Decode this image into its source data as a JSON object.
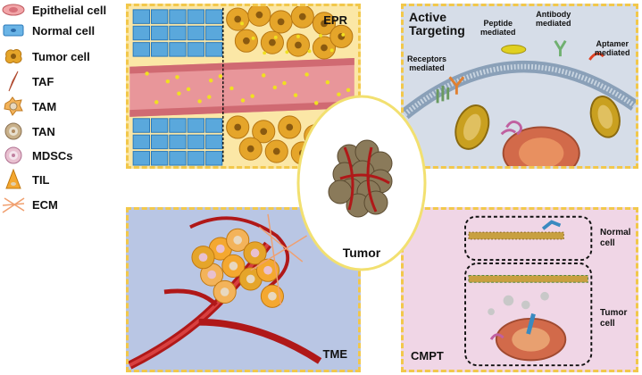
{
  "legend": {
    "items": [
      {
        "label": "Epithelial cell",
        "icon": "epithelial-cell-icon"
      },
      {
        "label": "Normal cell",
        "icon": "normal-cell-icon"
      },
      {
        "label": "Tumor cell",
        "icon": "tumor-cell-icon"
      },
      {
        "label": "TAF",
        "icon": "taf-icon"
      },
      {
        "label": "TAM",
        "icon": "tam-icon"
      },
      {
        "label": "TAN",
        "icon": "tan-icon"
      },
      {
        "label": "MDSCs",
        "icon": "mdsc-icon"
      },
      {
        "label": "TIL",
        "icon": "til-icon"
      },
      {
        "label": "ECM",
        "icon": "ecm-icon"
      }
    ]
  },
  "panels": {
    "epr": {
      "title": "EPR"
    },
    "active": {
      "title_line1": "Active",
      "title_line2": "Targeting",
      "peptide": "Peptide\nmediated",
      "antibody": "Antibody\nmediated",
      "aptamer": "Aptamer\nmediated",
      "receptors": "Receptors\nmediated"
    },
    "tme": {
      "title": "TME"
    },
    "cmpt": {
      "title": "CMPT",
      "normal_label": "Normal\ncell",
      "tumor_label": "Tumor\ncell"
    }
  },
  "center": {
    "label": "Tumor"
  },
  "colors": {
    "panel_border": "#f2c84b",
    "epr_bg": "#fbe7a6",
    "active_bg": "#d6dde8",
    "tme_bg": "#b9c6e4",
    "cmpt_bg": "#f0d6e6",
    "vessel": "#e8969a",
    "normal_cell": "#4f9fd8",
    "tumor_cell": "#e5a52a"
  }
}
